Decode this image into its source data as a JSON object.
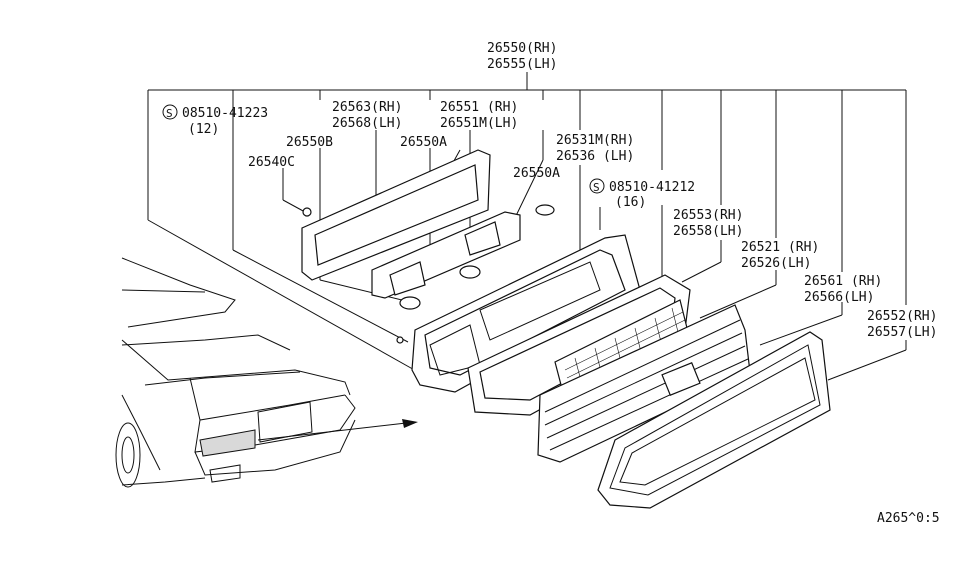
{
  "labels": {
    "top_rh": "26550(RH)",
    "top_lh": "26555(LH)",
    "screw1_num": "08510-41223",
    "screw1_qty": "(12)",
    "p26563": "26563(RH)",
    "p26568": "26568(LH)",
    "p26551": "26551  (RH)",
    "p26551m": "26551M(LH)",
    "p26550b": "26550B",
    "p26550a_1": "26550A",
    "p26540c": "26540C",
    "p26531m": "26531M(RH)",
    "p26536": "26536 (LH)",
    "p26550a_2": "26550A",
    "screw2_num": "08510-41212",
    "screw2_qty": "(16)",
    "p26553": "26553(RH)",
    "p26558": "26558(LH)",
    "p26521": "26521 (RH)",
    "p26526": "26526(LH)",
    "p26561": "26561 (RH)",
    "p26566": "26566(LH)",
    "p26552": "26552(RH)",
    "p26557": "26557(LH)",
    "screw_symbol": "S",
    "diagram_code": "A265^0:5"
  }
}
